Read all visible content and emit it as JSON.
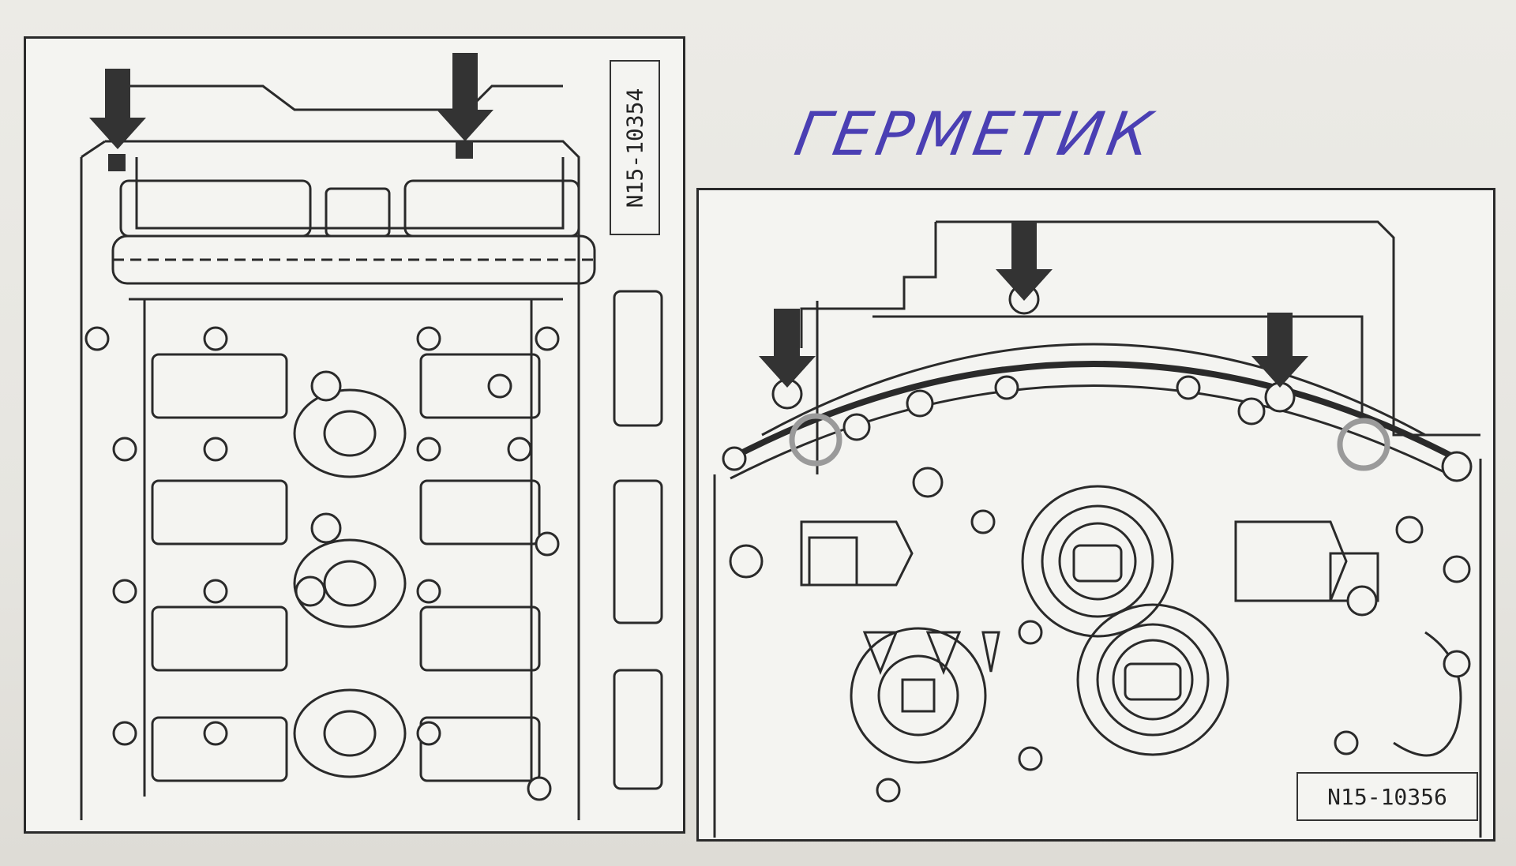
{
  "figures": [
    {
      "id": "left",
      "label": "N15-10354"
    },
    {
      "id": "right",
      "label": "N15-10356"
    }
  ],
  "annotation": {
    "handwritten_text": "ГЕРМЕТИК"
  },
  "colors": {
    "paper": "#e9e8e3",
    "line": "#2a2a2a",
    "ink": "#4a3fb3",
    "arrow": "#333333",
    "circle": "#9a9a9a"
  }
}
